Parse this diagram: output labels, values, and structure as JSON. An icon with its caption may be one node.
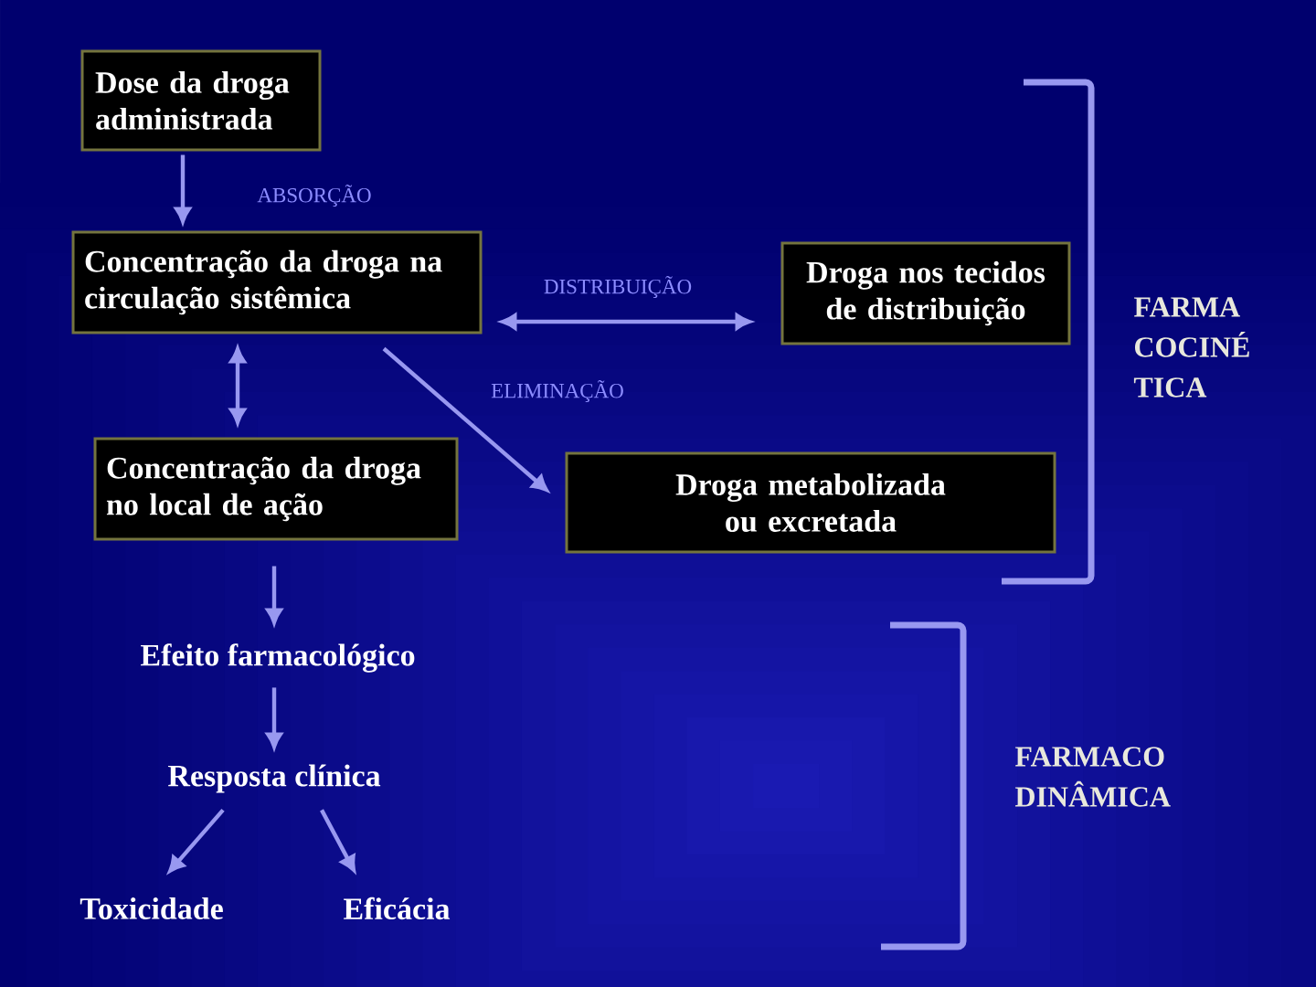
{
  "diagram": {
    "nodes": [
      {
        "text": [
          "Dose da droga administrada"
        ]
      },
      {
        "text": [
          "Concentração da droga na circulação sistêmica"
        ]
      },
      {
        "text": [
          "Droga nos tecidos de distribuição"
        ]
      },
      {
        "text": [
          "Concentração da droga no local de ação"
        ]
      },
      {
        "text": [
          "Droga metabolizada ou excretada"
        ]
      },
      {
        "text": [
          "Efeito farmacológico"
        ]
      },
      {
        "text": [
          "Resposta clínica"
        ]
      },
      {
        "text": [
          "Toxicidade"
        ]
      },
      {
        "text": [
          "Eficácia"
        ]
      }
    ],
    "edges": [
      {
        "from": 0,
        "to": 1,
        "arrow": "to",
        "label": "ABSORÇÃO"
      },
      {
        "from": 1,
        "to": 2,
        "arrow": "both",
        "label": "DISTRIBUIÇÃO"
      },
      {
        "from": 1,
        "to": 4,
        "arrow": "to",
        "label": "ELIMINAÇÃO"
      },
      {
        "from": 1,
        "to": 3,
        "arrow": "both"
      },
      {
        "from": 3,
        "to": 5,
        "arrow": "to"
      },
      {
        "from": 5,
        "to": 6,
        "arrow": "to"
      },
      {
        "from": 6,
        "to": 7,
        "arrow": "to"
      },
      {
        "from": 6,
        "to": 8,
        "arrow": "to"
      }
    ],
    "labels": [
      "FARMA COCINÉ TICA",
      "FARMACO DINÂMICA"
    ]
  }
}
